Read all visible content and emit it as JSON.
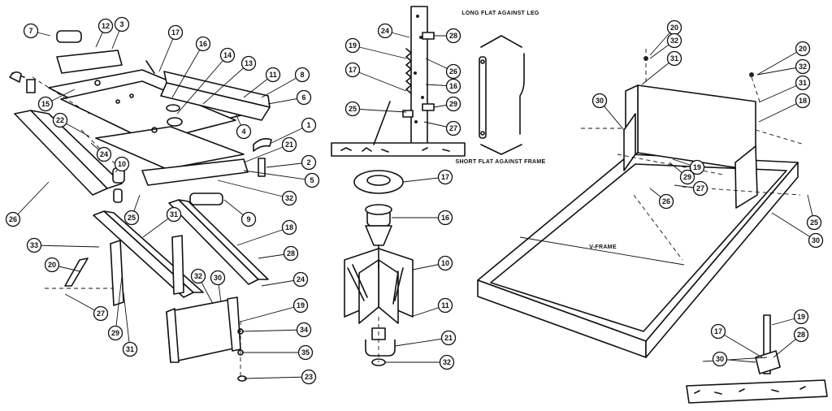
{
  "diagram": {
    "annotations": {
      "long_flat": "LONG FLAT AGAINST LEG",
      "short_flat": "SHORT FLAT AGAINST FRAME",
      "v_frame": "V-FRAME"
    },
    "callouts": {
      "c7": "7",
      "c12": "12",
      "c3": "3",
      "c17a": "17",
      "c16a": "16",
      "c14": "14",
      "c13": "13",
      "c11": "11",
      "c8": "8",
      "c6": "6",
      "c4": "4",
      "c15": "15",
      "c22": "22",
      "c24a": "24",
      "c1": "1",
      "c21a": "21",
      "c10": "10",
      "c2": "2",
      "c5": "5",
      "c32a": "32",
      "c25a": "25",
      "c26a": "26",
      "c9": "9",
      "c31a": "31",
      "c18": "18",
      "c33": "33",
      "c28a": "28",
      "c20a": "20",
      "c24b": "24",
      "c27a": "27",
      "c32b": "32",
      "c30a": "30",
      "c19a": "19",
      "c29a": "29",
      "c31b": "31",
      "c34": "34",
      "c35": "35",
      "c23": "23",
      "m24": "24",
      "m28": "28",
      "m19": "19",
      "m26": "26",
      "m17": "17",
      "m16": "16",
      "m25": "25",
      "m29": "29",
      "m27": "27",
      "s17": "17",
      "s16": "16",
      "s10": "10",
      "s11": "11",
      "s21": "21",
      "s32": "32",
      "r20a": "20",
      "r32a": "32",
      "r31a": "31",
      "r20b": "20",
      "r32b": "32",
      "r31b": "31",
      "r18": "18",
      "r30a": "30",
      "r19": "19",
      "r29": "29",
      "r27": "27",
      "r26": "26",
      "r25": "25",
      "r30b": "30",
      "d17": "17",
      "d19": "19",
      "d28": "28",
      "d30": "30"
    }
  }
}
